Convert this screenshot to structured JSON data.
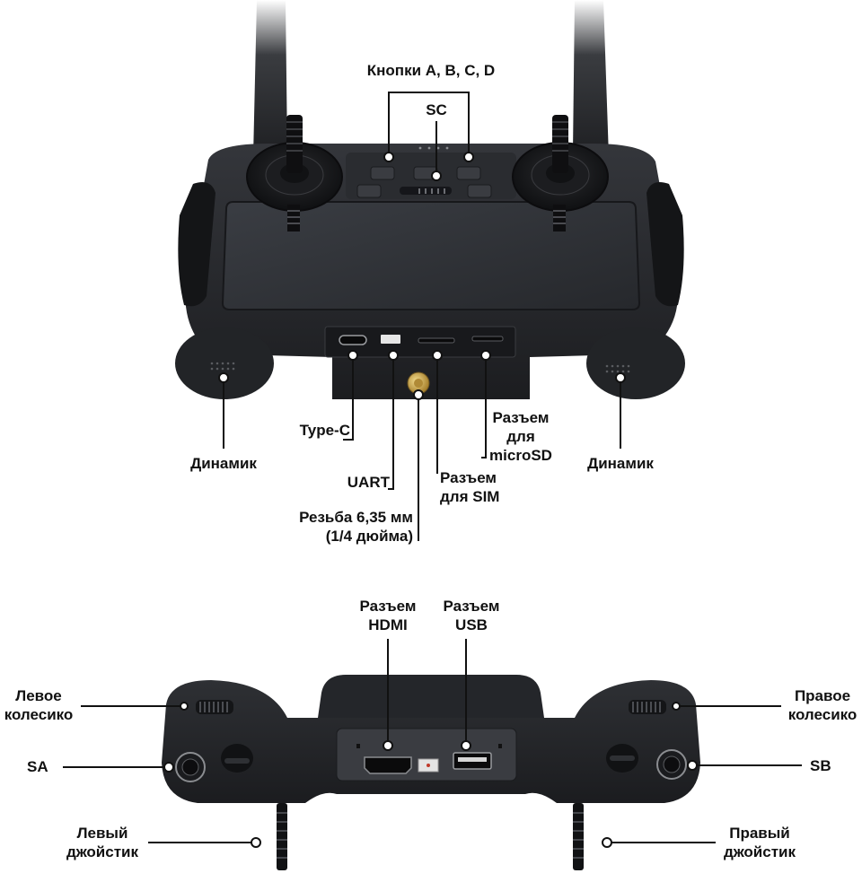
{
  "colors": {
    "body": "#27292d",
    "body_dark": "#1a1b1e",
    "screen": "#2f3136",
    "accent": "#c9a24a",
    "line": "#111111"
  },
  "top_view": {
    "buttons_abcd": "Кнопки A, B, C, D",
    "sc": "SC",
    "type_c": "Type-C",
    "speaker_left": "Динамик",
    "speaker_right": "Динамик",
    "uart": "UART",
    "sim_line1": "Разъем",
    "sim_line2": "для SIM",
    "microsd_line1": "Разъем",
    "microsd_line2": "для",
    "microsd_line3": "microSD",
    "thread_line1": "Резьба 6,35 мм",
    "thread_line2": "(1/4 дюйма)"
  },
  "bottom_view": {
    "hdmi_line1": "Разъем",
    "hdmi_line2": "HDMI",
    "usb_line1": "Разъем",
    "usb_line2": "USB",
    "left_wheel_line1": "Левое",
    "left_wheel_line2": "колесико",
    "right_wheel_line1": "Правое",
    "right_wheel_line2": "колесико",
    "sa": "SA",
    "sb": "SB",
    "left_stick_line1": "Левый",
    "left_stick_line2": "джойстик",
    "right_stick_line1": "Правый",
    "right_stick_line2": "джойстик"
  }
}
